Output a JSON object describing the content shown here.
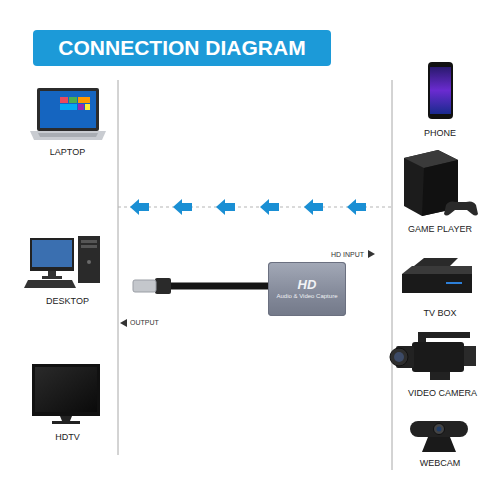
{
  "diagram": {
    "title": "CONNECTION DIAGRAM",
    "nodes": [
      {
        "text": [
          "LAPTOP"
        ]
      },
      {
        "text": [
          "DESKTOP"
        ]
      },
      {
        "text": [
          "HDTV"
        ]
      },
      {
        "text": [
          "HD",
          "Audio & Video Capture"
        ]
      },
      {
        "text": [
          "PHONE"
        ]
      },
      {
        "text": [
          "GAME PLAYER"
        ]
      },
      {
        "text": [
          "TV BOX"
        ]
      },
      {
        "text": [
          "VIDEO CAMERA"
        ]
      },
      {
        "text": [
          "WEBCAM"
        ]
      }
    ],
    "labels": [
      "HD INPUT",
      "OUTPUT"
    ]
  }
}
